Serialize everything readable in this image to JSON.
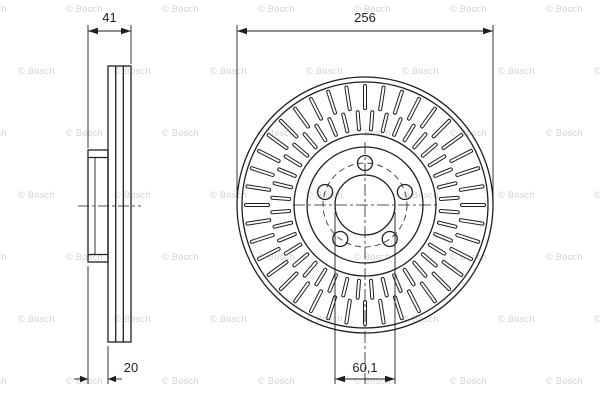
{
  "drawing_labels": {
    "total_width": "41",
    "outer_diameter": "256",
    "hat_height": "20",
    "center_bore": "60,1"
  },
  "watermark": {
    "text": "© Bosch",
    "color": "#c9c9c9"
  },
  "colors": {
    "line": "#1f1f1f",
    "background": "#ffffff"
  }
}
